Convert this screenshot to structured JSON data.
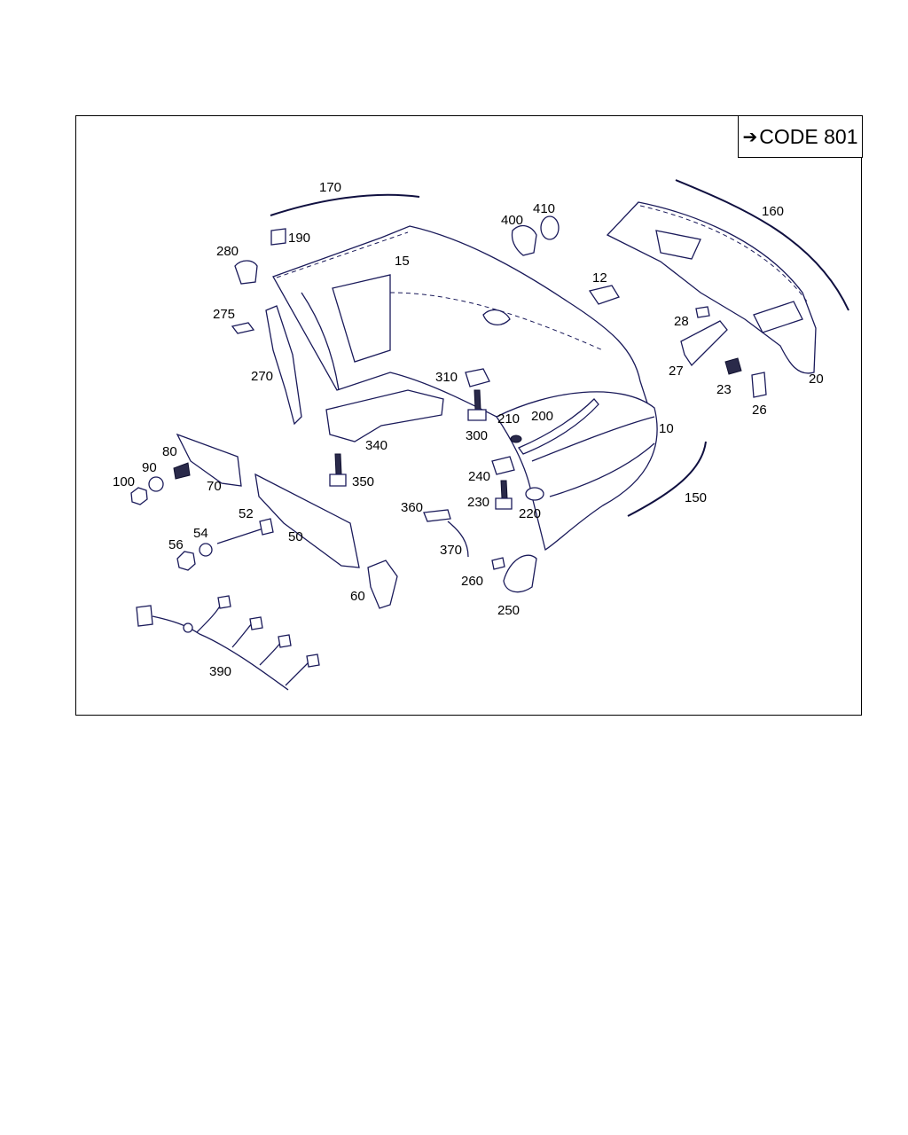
{
  "code_box": {
    "arrow_icon": "arrow-right-icon",
    "label": "CODE 801"
  },
  "callouts": [
    "170",
    "190",
    "280",
    "15",
    "400",
    "410",
    "160",
    "275",
    "12",
    "28",
    "270",
    "310",
    "27",
    "23",
    "20",
    "26",
    "210",
    "200",
    "300",
    "10",
    "340",
    "80",
    "90",
    "70",
    "100",
    "240",
    "350",
    "230",
    "220",
    "150",
    "52",
    "360",
    "50",
    "54",
    "56",
    "370",
    "260",
    "60",
    "250",
    "390"
  ]
}
